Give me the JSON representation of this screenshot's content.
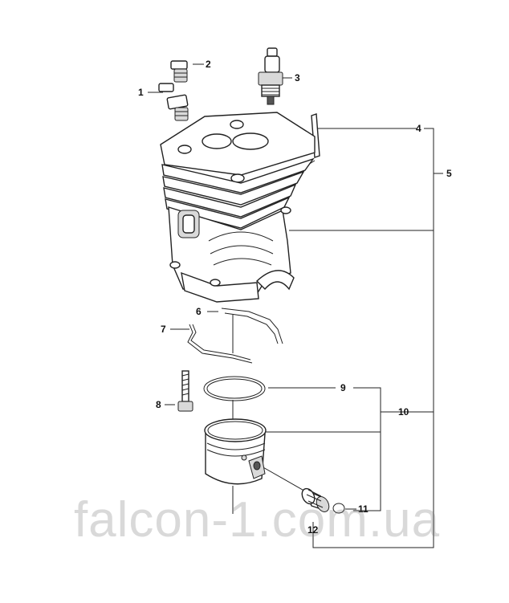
{
  "callouts": {
    "c1": "1",
    "c2": "2",
    "c3": "3",
    "c4": "4",
    "c5": "5",
    "c6": "6",
    "c7": "7",
    "c8": "8",
    "c9": "9",
    "c10": "10",
    "c11": "11",
    "c12": "12"
  },
  "watermark": "falcon-1.com.ua"
}
